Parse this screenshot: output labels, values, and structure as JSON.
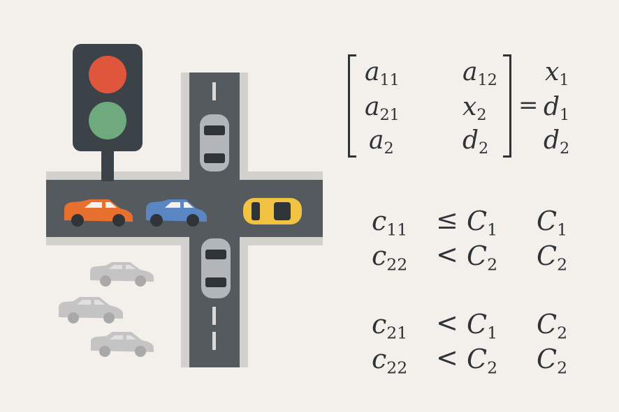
{
  "illustration": {
    "colors": {
      "background": "#f3efea",
      "road": "#555a5f",
      "road_border": "#d3d1cd",
      "lane_marking": "#d9d9d9",
      "light_housing": "#3b4348",
      "light_red": "#e0563c",
      "light_green": "#6faa7f",
      "car_orange": "#e8702f",
      "car_blue": "#5b86c4",
      "car_yellow": "#f2c242",
      "car_gray": "#b3b6b8",
      "car_faded": "#c4c4c4"
    },
    "icons": [
      "traffic-light-icon",
      "car-icon"
    ]
  },
  "matrix": {
    "cells": [
      [
        "a",
        "11",
        "a",
        "12"
      ],
      [
        "a",
        "21",
        "x",
        "2"
      ],
      [
        "a",
        "2",
        "d",
        "2"
      ]
    ],
    "equals": "=",
    "rhs": [
      [
        "x",
        "1"
      ],
      [
        "d",
        "1"
      ],
      [
        "d",
        "2"
      ]
    ]
  },
  "constraints_1": [
    {
      "lhs": "c",
      "lhs_sub": "11",
      "op": "≤",
      "mid": "C",
      "mid_sub": "1",
      "rhs": "C",
      "rhs_sub": "1"
    },
    {
      "lhs": "c",
      "lhs_sub": "22",
      "op": "<",
      "mid": "C",
      "mid_sub": "2",
      "rhs": "C",
      "rhs_sub": "2"
    }
  ],
  "constraints_2": [
    {
      "lhs": "c",
      "lhs_sub": "21",
      "op": "<",
      "mid": "C",
      "mid_sub": "1",
      "rhs": "C",
      "rhs_sub": "2"
    },
    {
      "lhs": "c",
      "lhs_sub": "22",
      "op": "<",
      "mid": "C",
      "mid_sub": "2",
      "rhs": "C",
      "rhs_sub": "2"
    }
  ]
}
